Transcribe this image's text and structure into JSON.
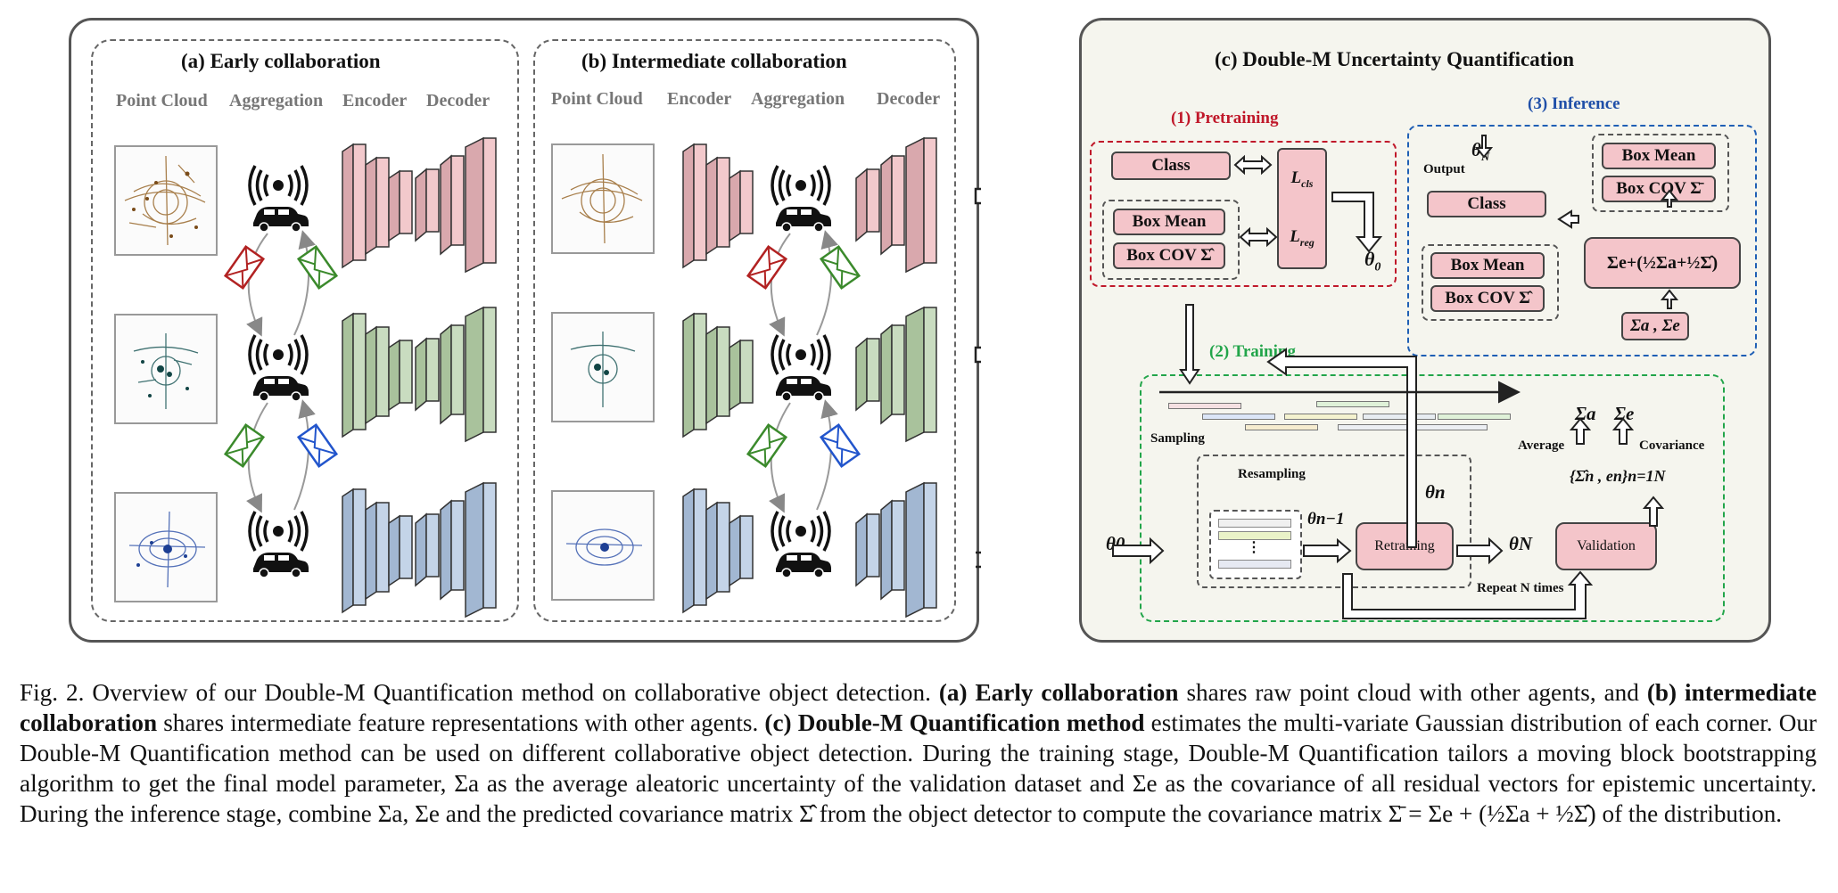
{
  "panel_a": {
    "title": "(a) Early collaboration",
    "headers": [
      "Point Cloud",
      "Aggregation",
      "Encoder",
      "Decoder"
    ]
  },
  "panel_b": {
    "title": "(b) Intermediate collaboration",
    "headers": [
      "Point Cloud",
      "Encoder",
      "Aggregation",
      "Decoder"
    ]
  },
  "panel_c": {
    "title": "(c) Double-M Uncertainty Quantification",
    "pretraining": {
      "title": "(1) Pretraining",
      "class_label": "Class",
      "box_mean_label": "Box Mean",
      "box_cov_label": "Box COV Σ̂",
      "loss_cls": "L",
      "loss_cls_sub": "cls",
      "loss_reg": "L",
      "loss_reg_sub": "reg",
      "theta0": "θ",
      "theta0_sub": "0"
    },
    "inference": {
      "title": "(3) Inference",
      "theta_n": "θ",
      "theta_n_sub": "N",
      "output_label": "Output",
      "class_label": "Class",
      "box_mean_top": "Box Mean",
      "box_cov_top": "Box COV Σ̄",
      "box_mean_bottom": "Box Mean",
      "box_cov_bottom": "Box COV Σ̂",
      "formula": "Σe+(½Σa+½Σ̂)",
      "sigma_inputs": "Σa , Σe"
    },
    "training": {
      "title": "(2) Training",
      "sampling_label": "Sampling",
      "resampling_label": "Resampling",
      "theta0": "θ0",
      "theta_n_minus_1": "θn−1",
      "theta_n": "θn",
      "theta_N": "θN",
      "retraining_label": "Retraining",
      "validation_label": "Validation",
      "repeat_label": "Repeat N times",
      "average_label": "Average",
      "covariance_label": "Covariance",
      "sigma_a": "Σa",
      "sigma_e": "Σe",
      "residual_set": "{Σ̂n , en}n=1N",
      "ellipsis": "⋮"
    }
  },
  "caption": {
    "prefix": "Fig. 2.",
    "s1": " Overview of our Double-M Quantification method on collaborative object detection. ",
    "b1": "(a) Early collaboration",
    "s2": " shares raw point cloud with other agents, and ",
    "b2": "(b) intermediate collaboration",
    "s3": " shares intermediate feature representations with other agents. ",
    "b3": "(c) Double-M Quantification method",
    "s4": " estimates the multi-variate Gaussian distribution of each corner. Our Double-M Quantification method can be used on different collaborative object detection. During the training stage, Double-M Quantification tailors a moving block bootstrapping algorithm to get the final model parameter, Σa as the average aleatoric uncertainty of the validation dataset and Σe as the covariance of all residual vectors for epistemic uncertainty. During the inference stage, combine Σa, Σe and the predicted covariance matrix Σ̂ from the object detector to compute the covariance matrix Σ̄ = Σe + (½Σa + ½Σ̂) of the distribution."
  }
}
